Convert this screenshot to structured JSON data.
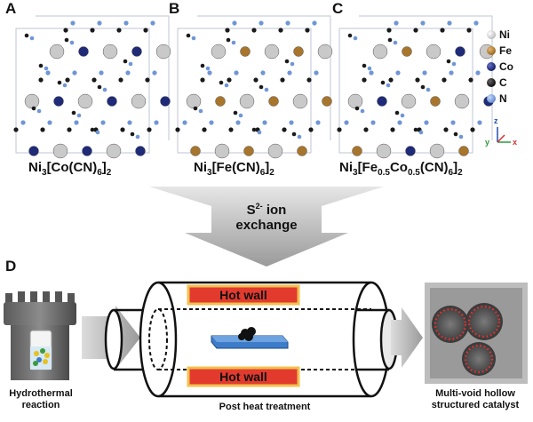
{
  "panels": {
    "a": {
      "letter": "A",
      "formula_parts": [
        "Ni",
        "3",
        "[Co(CN)",
        "6",
        "]",
        "2"
      ]
    },
    "b": {
      "letter": "B",
      "formula_parts": [
        "Ni",
        "3",
        "[Fe(CN)",
        "6",
        "]",
        "2"
      ]
    },
    "c": {
      "letter": "C",
      "formula_parts": [
        "Ni",
        "3",
        "[Fe",
        "0.5",
        "Co",
        "0.5",
        "(CN)",
        "6",
        "]",
        "2"
      ]
    },
    "d": {
      "letter": "D"
    }
  },
  "legend": [
    {
      "label": "Ni",
      "color": "#c9c9c9"
    },
    {
      "label": "Fe",
      "color": "#a8752c"
    },
    {
      "label": "Co",
      "color": "#1f2a78"
    },
    {
      "label": "C",
      "color": "#1a1a1a"
    },
    {
      "label": "N",
      "color": "#6f96d6"
    }
  ],
  "axes": {
    "z": "z",
    "y": "y",
    "x": "x"
  },
  "exchange": {
    "ion": "S",
    "charge": "2-",
    "line1_rest": " ion",
    "line2": "exchange"
  },
  "furnace": {
    "top_wall": "Hot wall",
    "bottom_wall": "Hot wall"
  },
  "captions": {
    "hydrothermal_line1": "Hydrothermal",
    "hydrothermal_line2": "reaction",
    "heat": "Post heat treatment",
    "catalyst_line1": "Multi-void  hollow",
    "catalyst_line2": "structured catalyst"
  },
  "colors": {
    "ni": "#c9c9c9",
    "fe": "#a8752c",
    "co": "#1f2a78",
    "c": "#1a1a1a",
    "n": "#6f96d6",
    "hot_wall": "#e23b2e",
    "hot_wall_border": "#f2c14e",
    "arrow": "#a9a9a9",
    "sample_bar": "#3d7cc9"
  }
}
